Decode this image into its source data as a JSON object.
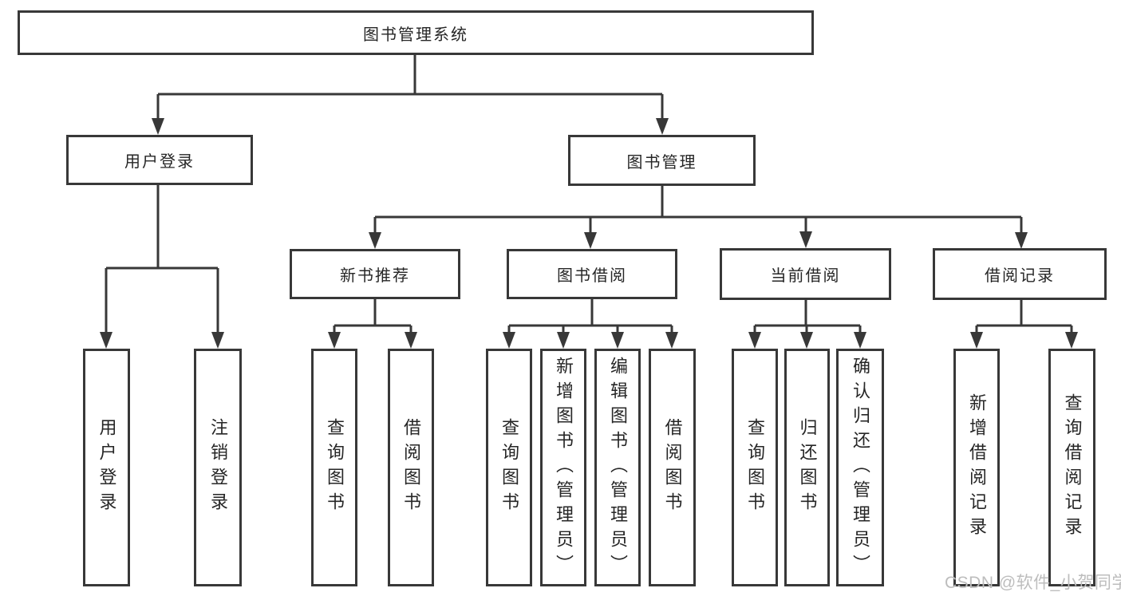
{
  "diagram": {
    "root": {
      "label": "图书管理系统"
    },
    "level2": {
      "user_login": {
        "label": "用户登录"
      },
      "book_management": {
        "label": "图书管理"
      }
    },
    "level3": {
      "new_book_recommend": {
        "label": "新书推荐"
      },
      "book_borrow": {
        "label": "图书借阅"
      },
      "current_borrow": {
        "label": "当前借阅"
      },
      "borrow_records": {
        "label": "借阅记录"
      }
    },
    "leaves": [
      {
        "label": "用户登录"
      },
      {
        "label": "注销登录"
      },
      {
        "label": "查询图书"
      },
      {
        "label": "借阅图书"
      },
      {
        "label": "查询图书"
      },
      {
        "label": "新增图书（管理员）"
      },
      {
        "label": "编辑图书（管理员）"
      },
      {
        "label": "借阅图书"
      },
      {
        "label": "查询图书"
      },
      {
        "label": "归还图书"
      },
      {
        "label": "确认归还（管理员）"
      },
      {
        "label": "新增借阅记录"
      },
      {
        "label": "查询借阅记录"
      }
    ]
  },
  "watermark": {
    "text": "CSDN @软件_小贺同学"
  },
  "colors": {
    "line": "#383838",
    "text": "#262626",
    "background": "#ffffff",
    "watermark": "#bdbdbd"
  }
}
